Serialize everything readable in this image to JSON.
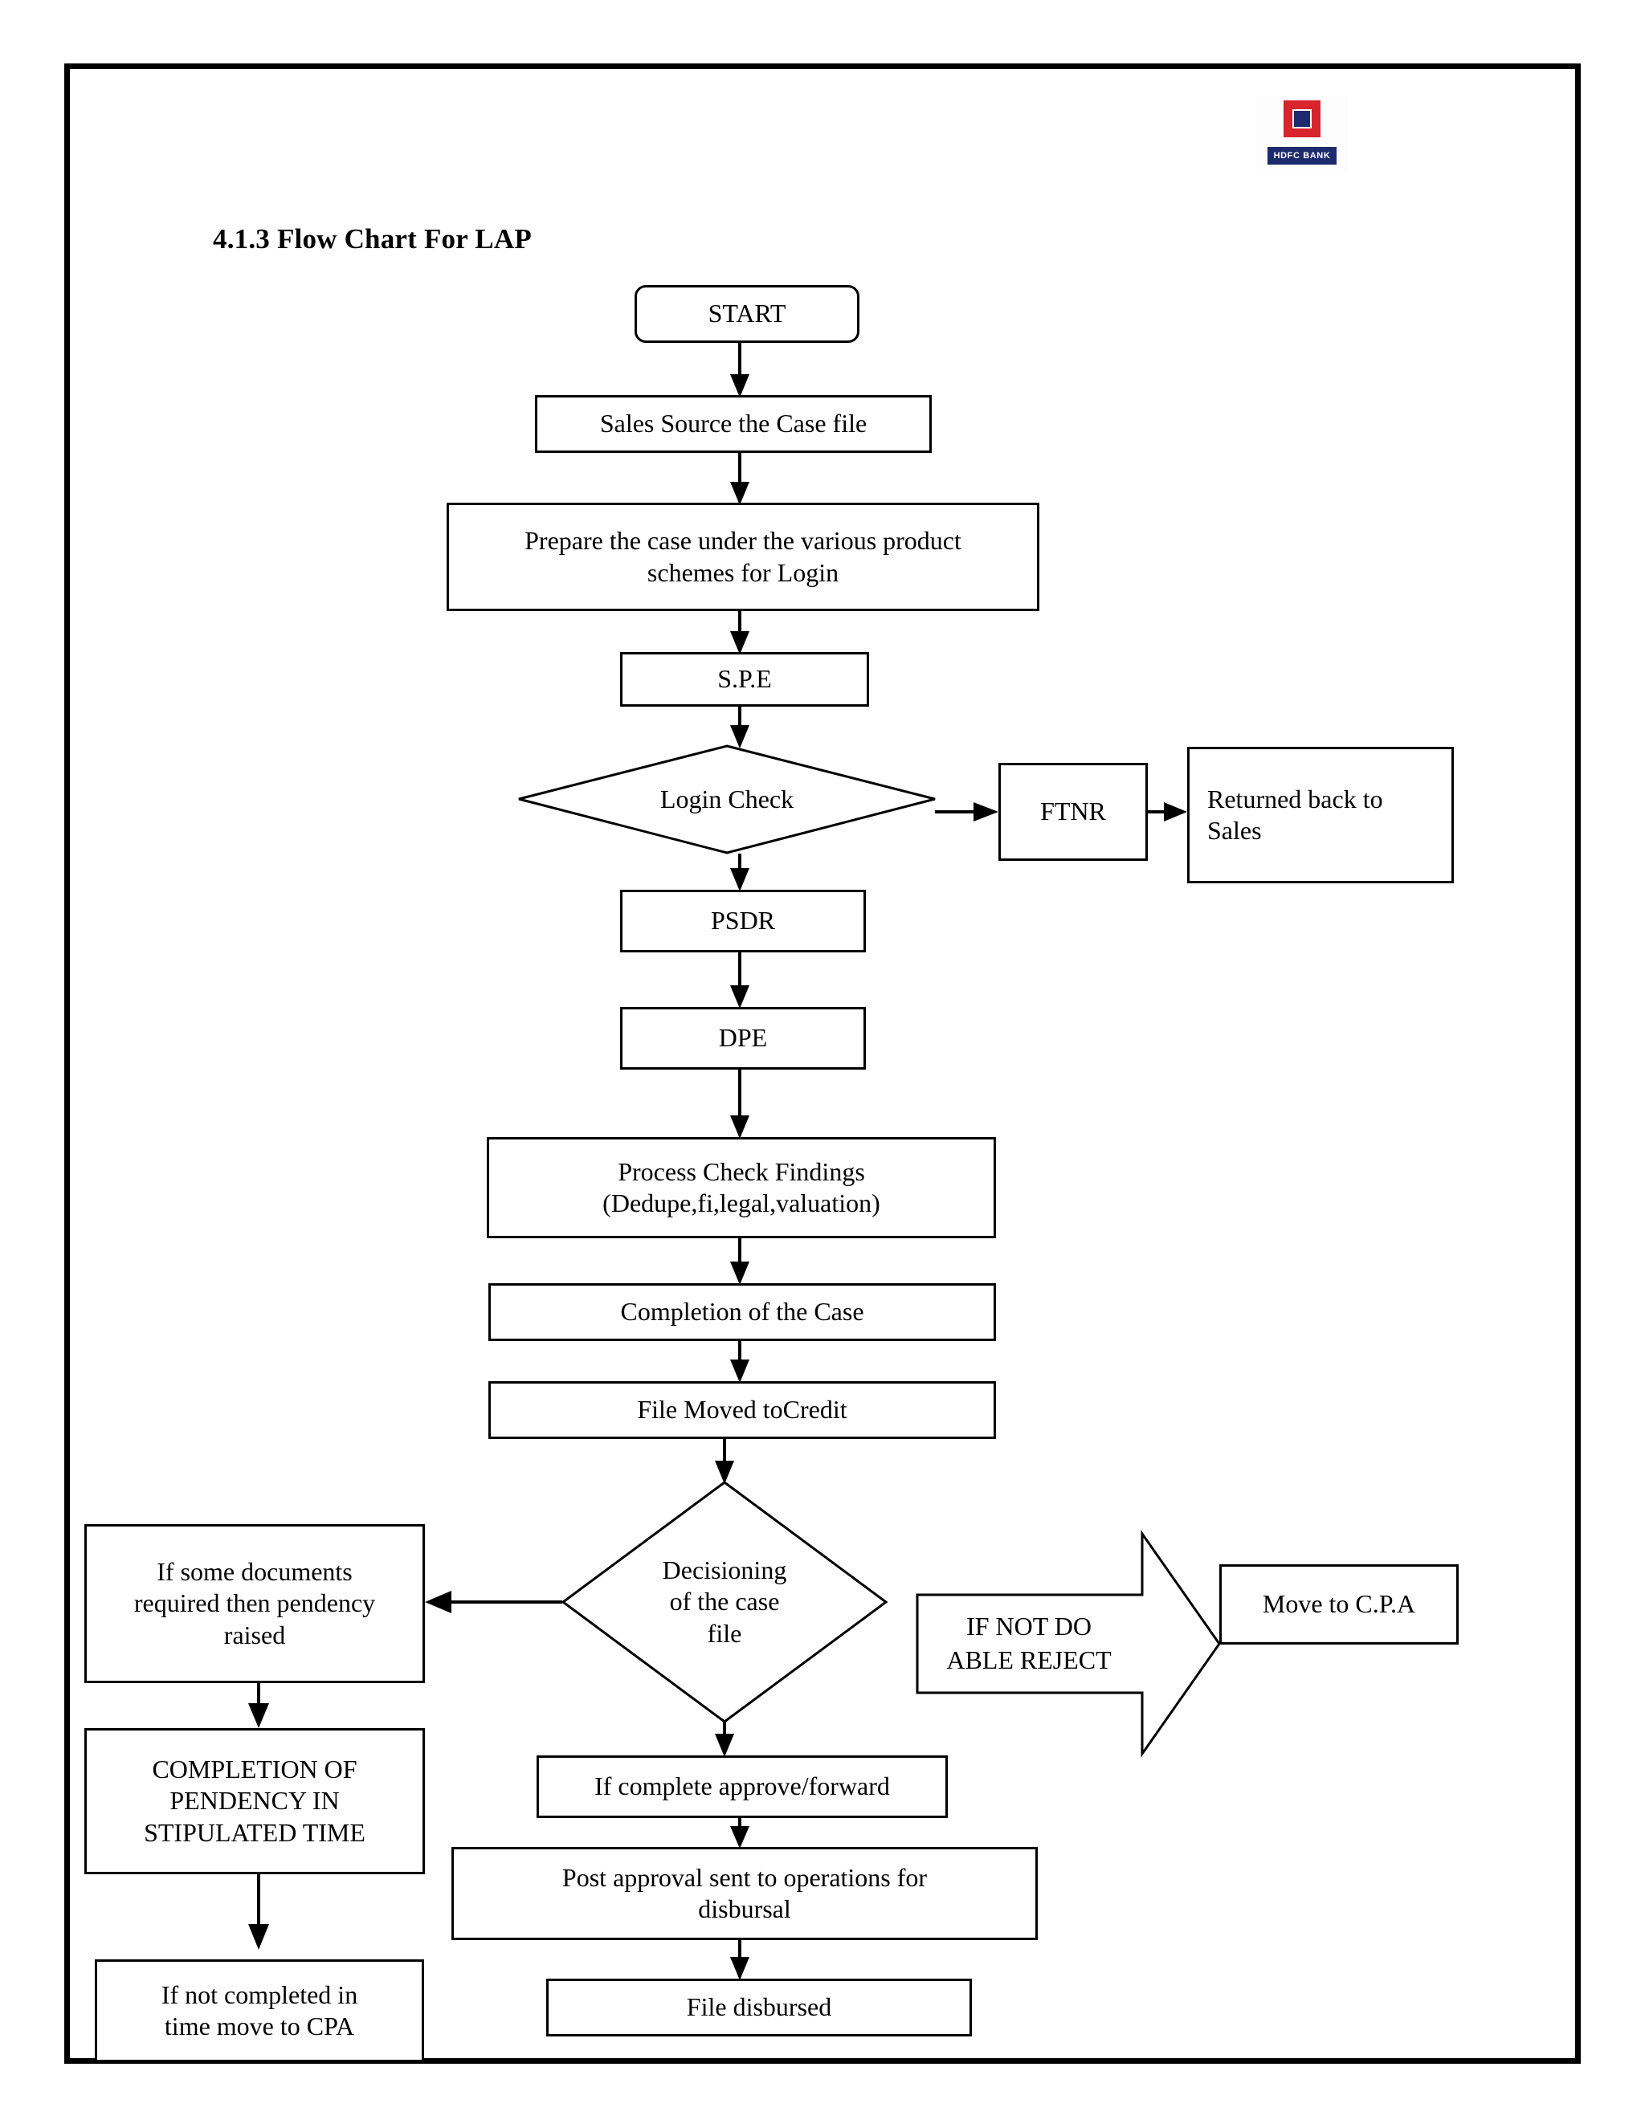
{
  "document": {
    "heading": "4.1.3  Flow Chart For LAP",
    "logo": {
      "name": "hdfc-bank-logo",
      "wordmark": "HDFC BANK",
      "frame_color": "#D8242C",
      "inner_color": "#1C2A6E"
    }
  },
  "chart_data": {
    "type": "flowchart",
    "title": "4.1.3  Flow Chart For LAP",
    "nodes": [
      {
        "id": "start",
        "label": "START",
        "shape": "rounded-rectangle"
      },
      {
        "id": "sales_source",
        "label": "Sales Source the Case file",
        "shape": "rectangle"
      },
      {
        "id": "prepare",
        "label": "Prepare the case under the various product schemes for Login",
        "shape": "rectangle"
      },
      {
        "id": "spe",
        "label": "S.P.E",
        "shape": "rectangle"
      },
      {
        "id": "login_check",
        "label": "Login Check",
        "shape": "diamond"
      },
      {
        "id": "ftnr",
        "label": "FTNR",
        "shape": "rectangle"
      },
      {
        "id": "returned",
        "label": "Returned back to Sales",
        "shape": "rectangle"
      },
      {
        "id": "psdr",
        "label": "PSDR",
        "shape": "rectangle"
      },
      {
        "id": "dpe",
        "label": "DPE",
        "shape": "rectangle"
      },
      {
        "id": "process_check",
        "label": "Process Check Findings (Dedupe,fi,legal,valuation)",
        "shape": "rectangle"
      },
      {
        "id": "completion",
        "label": "Completion of the Case",
        "shape": "rectangle"
      },
      {
        "id": "file_credit",
        "label": "File Moved toCredit",
        "shape": "rectangle"
      },
      {
        "id": "decisioning",
        "label": "Decisioning of the case file",
        "shape": "diamond"
      },
      {
        "id": "pendency",
        "label": "If some documents required then pendency raised",
        "shape": "rectangle"
      },
      {
        "id": "completion_pend",
        "label": "COMPLETION OF PENDENCY IN STIPULATED TIME",
        "shape": "rectangle"
      },
      {
        "id": "not_completed",
        "label": "If not completed in time move to CPA",
        "shape": "rectangle"
      },
      {
        "id": "reject",
        "label": "IF NOT DO ABLE REJECT",
        "shape": "block-arrow"
      },
      {
        "id": "move_cpa",
        "label": "Move to C.P.A",
        "shape": "rectangle"
      },
      {
        "id": "approve",
        "label": "If complete approve/forward",
        "shape": "rectangle"
      },
      {
        "id": "post_approval",
        "label": "Post approval sent to operations for disbursal",
        "shape": "rectangle"
      },
      {
        "id": "disbursed",
        "label": "File disbursed",
        "shape": "rectangle"
      }
    ],
    "edges": [
      {
        "from": "start",
        "to": "sales_source",
        "direction": "down"
      },
      {
        "from": "sales_source",
        "to": "prepare",
        "direction": "down"
      },
      {
        "from": "prepare",
        "to": "spe",
        "direction": "down"
      },
      {
        "from": "spe",
        "to": "login_check",
        "direction": "down"
      },
      {
        "from": "login_check",
        "to": "ftnr",
        "direction": "right"
      },
      {
        "from": "ftnr",
        "to": "returned",
        "direction": "right"
      },
      {
        "from": "login_check",
        "to": "psdr",
        "direction": "down"
      },
      {
        "from": "psdr",
        "to": "dpe",
        "direction": "down"
      },
      {
        "from": "dpe",
        "to": "process_check",
        "direction": "down"
      },
      {
        "from": "process_check",
        "to": "completion",
        "direction": "down"
      },
      {
        "from": "completion",
        "to": "file_credit",
        "direction": "down"
      },
      {
        "from": "file_credit",
        "to": "decisioning",
        "direction": "down"
      },
      {
        "from": "decisioning",
        "to": "pendency",
        "direction": "left"
      },
      {
        "from": "decisioning",
        "to": "reject",
        "direction": "right"
      },
      {
        "from": "reject",
        "to": "move_cpa",
        "direction": "right"
      },
      {
        "from": "decisioning",
        "to": "approve",
        "direction": "down"
      },
      {
        "from": "pendency",
        "to": "completion_pend",
        "direction": "down"
      },
      {
        "from": "completion_pend",
        "to": "not_completed",
        "direction": "down"
      },
      {
        "from": "approve",
        "to": "post_approval",
        "direction": "down"
      },
      {
        "from": "post_approval",
        "to": "disbursed",
        "direction": "down"
      }
    ]
  },
  "nodes": {
    "start": {
      "label": "START"
    },
    "sales_source": {
      "label": "Sales Source the Case file"
    },
    "prepare": {
      "line1": "Prepare the case under the various product",
      "line2": "schemes for Login"
    },
    "spe": {
      "label": "S.P.E"
    },
    "login_check": {
      "label": "Login Check"
    },
    "ftnr": {
      "label": "FTNR"
    },
    "returned": {
      "line1": "Returned back to",
      "line2": "Sales"
    },
    "psdr": {
      "label": "PSDR"
    },
    "dpe": {
      "label": "DPE"
    },
    "process_check": {
      "line1": "Process Check Findings",
      "line2": "(Dedupe,fi,legal,valuation)"
    },
    "completion": {
      "label": "Completion of the Case"
    },
    "file_credit": {
      "label": "File Moved toCredit"
    },
    "decisioning": {
      "line1": "Decisioning",
      "line2": "of the case",
      "line3": "file"
    },
    "pendency": {
      "line1": "If some documents",
      "line2": "required then pendency",
      "line3": "raised"
    },
    "completion_pend": {
      "line1": "COMPLETION OF",
      "line2": "PENDENCY IN",
      "line3": "STIPULATED TIME"
    },
    "not_completed": {
      "line1": "If not completed in",
      "line2": "time move to CPA"
    },
    "reject": {
      "line1": "IF NOT DO",
      "line2": "ABLE REJECT"
    },
    "move_cpa": {
      "label": "Move to C.P.A"
    },
    "approve": {
      "label": "If complete approve/forward"
    },
    "post_approval": {
      "line1": "Post approval sent to operations for",
      "line2": "disbursal"
    },
    "disbursed": {
      "label": "File disbursed"
    }
  }
}
